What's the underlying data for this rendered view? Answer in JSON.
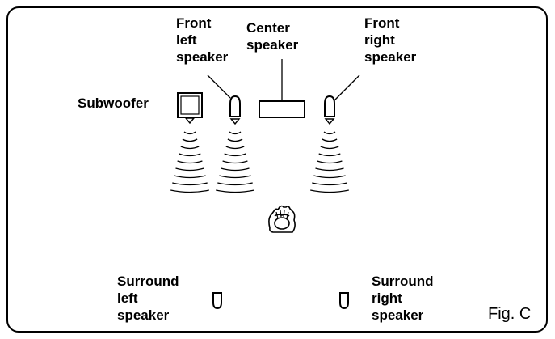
{
  "labels": {
    "front_left": [
      "Front",
      "left",
      "speaker"
    ],
    "center": [
      "Center",
      "speaker"
    ],
    "front_right": [
      "Front",
      "right",
      "speaker"
    ],
    "subwoofer": "Subwoofer",
    "surround_left": [
      "Surround",
      "left",
      "speaker"
    ],
    "surround_right": [
      "Surround",
      "right",
      "speaker"
    ],
    "figure": "Fig. C"
  }
}
